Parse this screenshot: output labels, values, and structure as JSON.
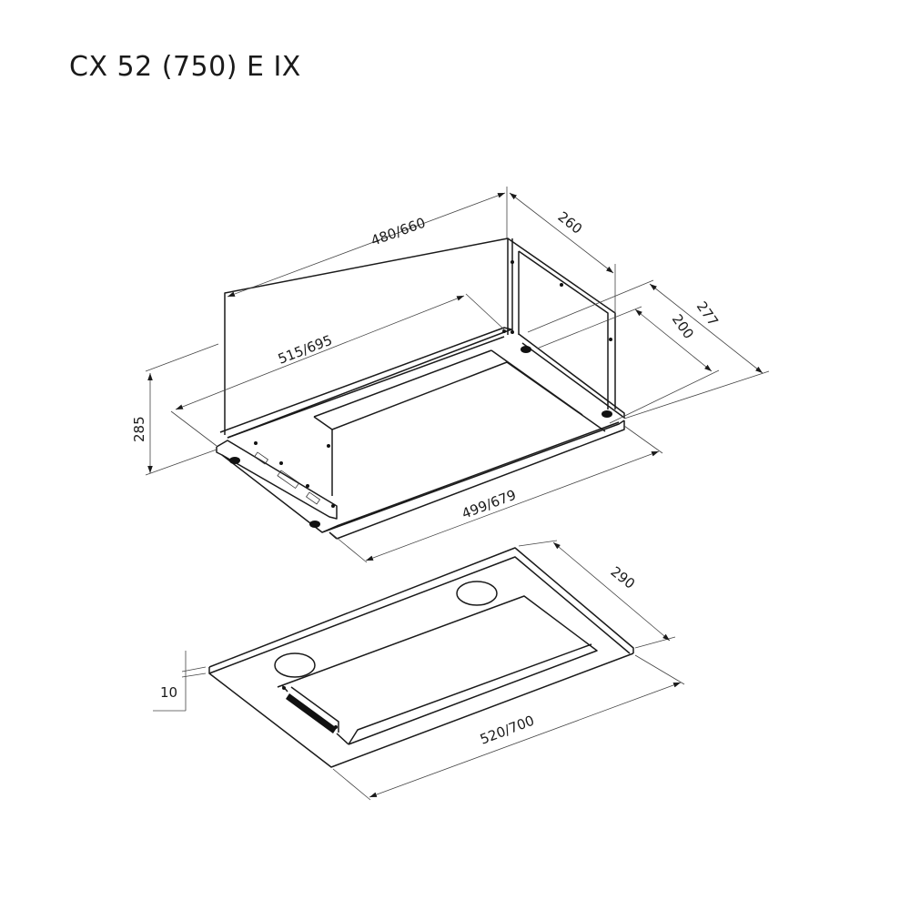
{
  "title": "CX 52 (750) E IX",
  "upper_view": {
    "name": "hood-body-frame",
    "dimensions": {
      "width_top": "480/660",
      "width_inner": "515/695",
      "width_bottom": "499/679",
      "depth_top": "260",
      "depth_outer": "277",
      "depth_inner": "200",
      "height": "285"
    }
  },
  "lower_view": {
    "name": "hood-front-panel",
    "dimensions": {
      "width": "520/700",
      "depth": "290",
      "thickness": "10"
    }
  },
  "colors": {
    "line": "#1a1a1a",
    "background": "#ffffff"
  }
}
